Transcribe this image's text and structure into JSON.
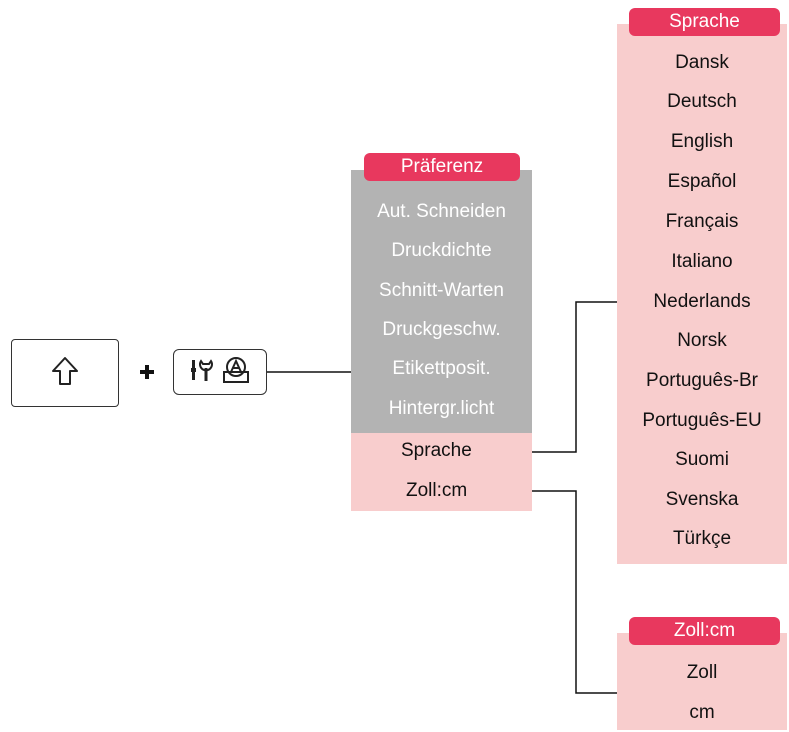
{
  "keys": {
    "shift_icon": "shift-arrow-icon",
    "setup_icons": [
      "tools-icon",
      "auto-format-icon"
    ]
  },
  "preference_menu": {
    "title": "Präferenz",
    "gray_items": [
      "Aut. Schneiden",
      "Druckdichte",
      "Schnitt-Warten",
      "Druckgeschw.",
      "Etikettposit.",
      "Hintergr.licht"
    ],
    "pink_items": [
      "Sprache",
      "Zoll:cm"
    ]
  },
  "language_menu": {
    "title": "Sprache",
    "items": [
      "Dansk",
      "Deutsch",
      "English",
      "Español",
      "Français",
      "Italiano",
      "Nederlands",
      "Norsk",
      "Português-Br",
      "Português-EU",
      "Suomi",
      "Svenska",
      "Türkçe"
    ]
  },
  "unit_menu": {
    "title": "Zoll:cm",
    "items": [
      "Zoll",
      "cm"
    ]
  },
  "colors": {
    "header": "#e8385e",
    "gray": "#b3b3b3",
    "pink": "#f8cdcd"
  }
}
